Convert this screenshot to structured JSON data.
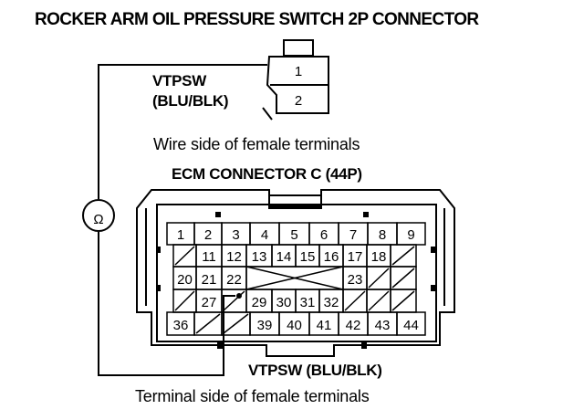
{
  "title": "ROCKER ARM OIL PRESSURE SWITCH 2P CONNECTOR",
  "switch_connector": {
    "pins": [
      "1",
      "2"
    ],
    "wire_label_line1": "VTPSW",
    "wire_label_line2": "(BLU/BLK)",
    "caption": "Wire side of female terminals"
  },
  "meter_symbol": "Ω",
  "ecm_connector": {
    "title": "ECM CONNECTOR C (44P)",
    "rows": [
      [
        "1",
        "2",
        "3",
        "4",
        "5",
        "6",
        "7",
        "8",
        "9"
      ],
      [
        "",
        "11",
        "12",
        "13",
        "14",
        "15",
        "16",
        "17",
        "18",
        ""
      ],
      [
        "20",
        "21",
        "22",
        "",
        "",
        "",
        "",
        "23",
        "",
        ""
      ],
      [
        "",
        "27",
        "",
        "29",
        "30",
        "31",
        "32",
        "",
        "",
        ""
      ],
      [
        "36",
        "",
        "",
        "39",
        "40",
        "41",
        "42",
        "43",
        "44"
      ]
    ],
    "wire_label": "VTPSW (BLU/BLK)",
    "caption": "Terminal side of female terminals"
  }
}
